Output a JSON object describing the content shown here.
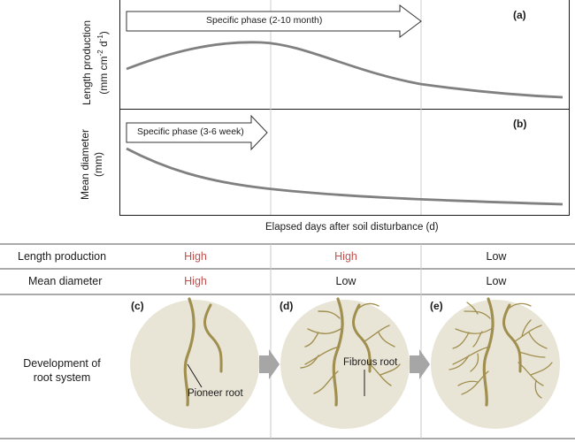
{
  "panel_a": {
    "letter": "(a)",
    "arrow_label": "Specific phase (2-10 month)",
    "ylabel_line1": "Length production",
    "ylabel_line2_pre": "(mm cm",
    "ylabel_line2_sup1": "-2",
    "ylabel_line2_mid": " d",
    "ylabel_line2_sup2": "-1",
    "ylabel_line2_post": ")"
  },
  "panel_b": {
    "letter": "(b)",
    "arrow_label": "Specific phase (3-6 week)",
    "ylabel_line1": "Mean diameter",
    "ylabel_line2": "(mm)"
  },
  "xlabel": "Elapsed days after soil disturbance (d)",
  "table": {
    "rows": [
      {
        "label": "Length production",
        "values": [
          "High",
          "High",
          "Low"
        ]
      },
      {
        "label": "Mean diameter",
        "values": [
          "High",
          "Low",
          "Low"
        ]
      }
    ],
    "dev_label_line1": "Development of",
    "dev_label_line2": "root system"
  },
  "stages": [
    {
      "letter": "(c)",
      "root_label": "Pioneer root"
    },
    {
      "letter": "(d)",
      "root_label": "Fibrous root"
    },
    {
      "letter": "(e)",
      "root_label": ""
    }
  ],
  "colors": {
    "curve": "#808080",
    "circle": "#e9e5d6",
    "root": "#a08f4f",
    "highlight": "#c0504d",
    "stage_arrow": "#a6a6a6"
  }
}
